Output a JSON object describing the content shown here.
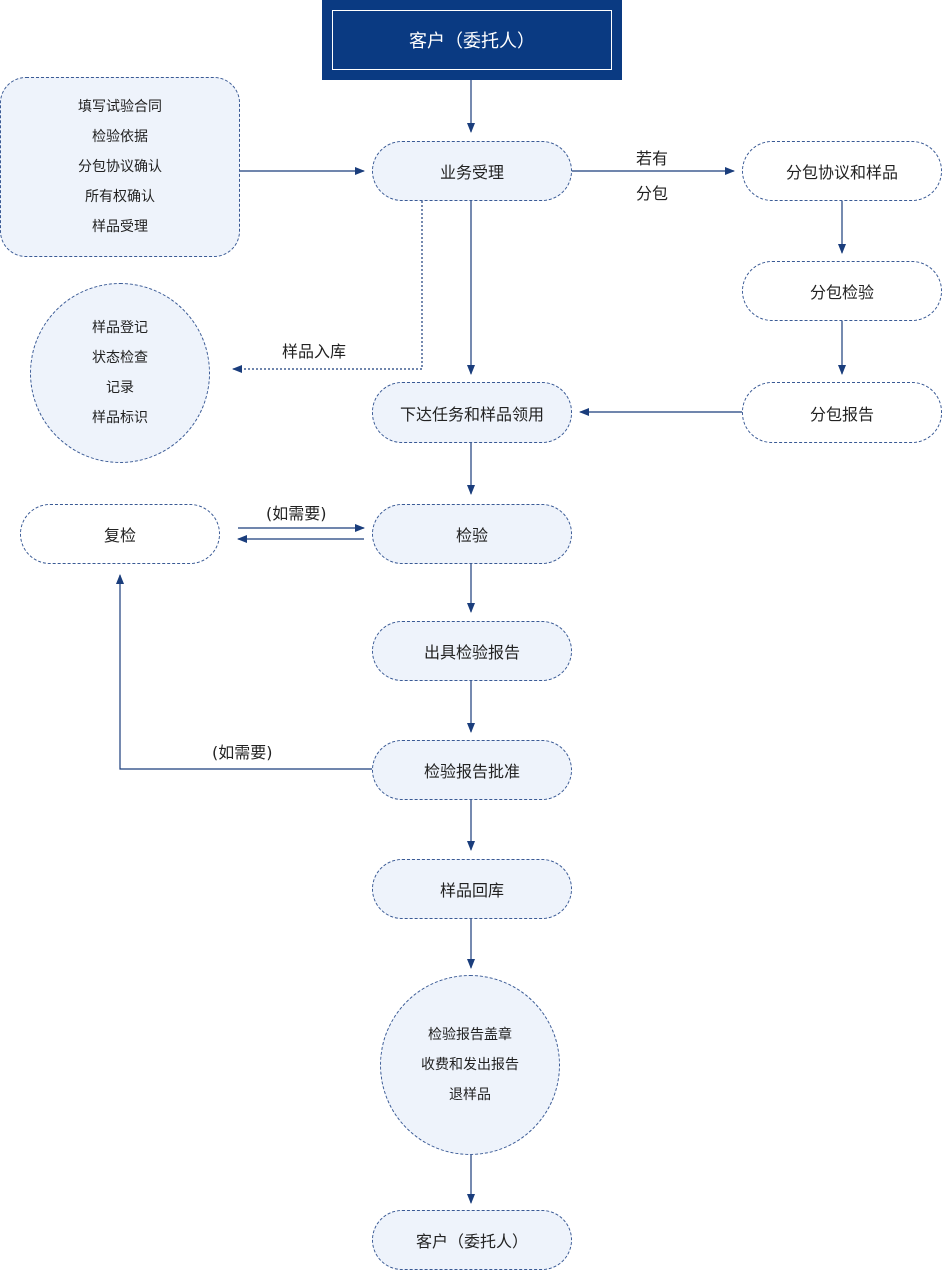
{
  "nodes": {
    "client_top": "客户（委托人）",
    "business": "业务受理",
    "contract_items": [
      "填写试验合同",
      "检验依据",
      "分包协议确认",
      "所有权确认",
      "样品受理"
    ],
    "sub_agreement": "分包协议和样品",
    "sub_inspection": "分包检验",
    "sub_report": "分包报告",
    "sample_items": [
      "样品登记",
      "状态检查",
      "记录",
      "样品标识"
    ],
    "issue_task": "下达任务和样品领用",
    "recheck": "复检",
    "inspection": "检验",
    "issue_report": "出具检验报告",
    "approve": "检验报告批准",
    "sample_return": "样品回库",
    "final_items": [
      "检验报告盖章",
      "收费和发出报告",
      "退样品"
    ],
    "client_bottom": "客户（委托人）"
  },
  "labels": {
    "if_have": "若有",
    "subcontract": "分包",
    "sample_storage": "样品入库",
    "if_needed_1": "(如需要)",
    "if_needed_2": "(如需要)"
  },
  "colors": {
    "header_bg": "#0a3a82",
    "node_fill": "#eef3fb",
    "border": "#3a5a95",
    "arrow": "#1a3d7c"
  }
}
